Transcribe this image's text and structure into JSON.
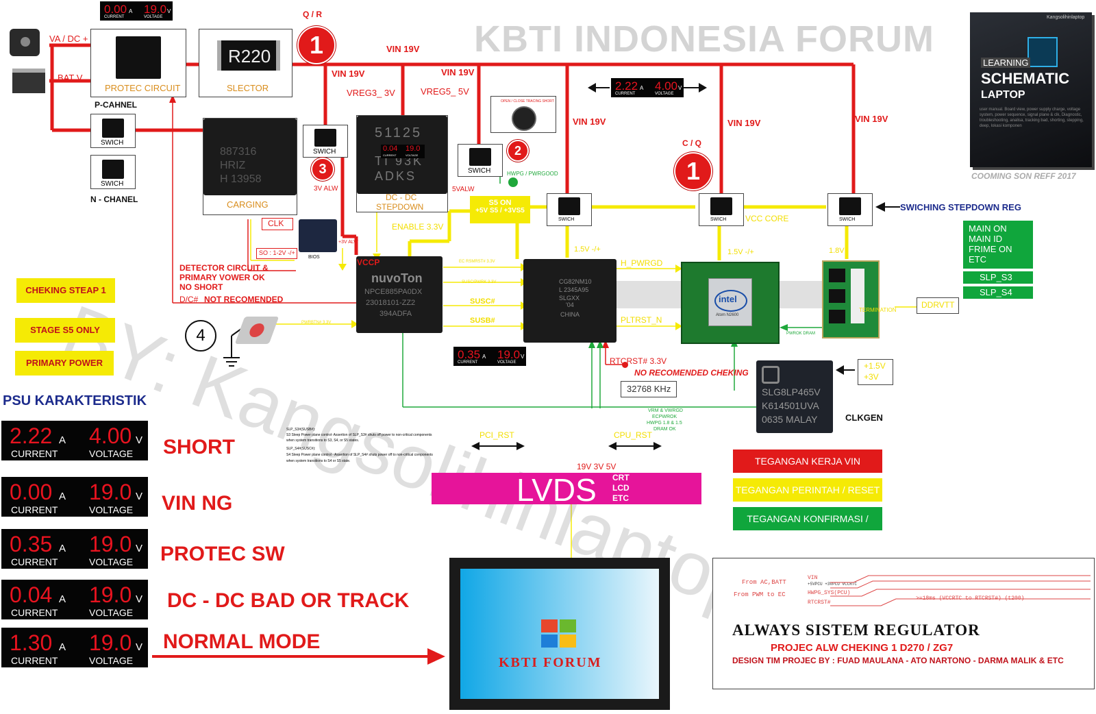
{
  "title": "KBTI INDONESIA FORUM",
  "watermark": "BY: Kangsolihinlaptop",
  "book": {
    "author": "Kangsolihinlaptop",
    "l1": "LEARNING",
    "l2": "SCHEMATIC",
    "l3": "LAPTOP",
    "desc": "user manual. Board view, power supply charge, voltage system, power sequence, signal plane & clk, Diagnostic, troubleshooting, analisa, tracking bad, shorting, stepping, deep, lokasi komponen",
    "caption": "COOMING SON REFF 2017"
  },
  "labels": {
    "qr": "Q / R",
    "cq": "C / Q",
    "va_dc": "VA / DC +",
    "bat_v": "BAT V",
    "protec_circuit": "PROTEC CIRCUIT",
    "selector": "SLECTOR",
    "r220": "R220",
    "p_cahnel": "P-CAHNEL",
    "n_chanel": "N - CHANEL",
    "swich": "SWICH",
    "carging": "CARGING",
    "vin19_a": "VIN 19V",
    "vin19_b": "VIN 19V",
    "vin19_c": "VIN 19V",
    "vin19_d": "VIN 19V",
    "vin19_e": "VIN 19V",
    "vin19_f": "VIN 19V",
    "vreg3": "VREG3_ 3V",
    "vreg5": "VREG5_ 5V",
    "dcdc": "DC - DC",
    "stepdown": "STEPDOWN",
    "valw3": "3V ALW",
    "valw5": "5VALW",
    "hwpg": "HWPG / PWRGOOD",
    "s5on1": "S5 ON",
    "s5on2": "+5V S5 / +3VS5",
    "enable": "ENABLE 3.3V",
    "clk": "CLK",
    "so": "SO : 1-2V -/+",
    "bios": "BIOS",
    "alw3": "+3V ALW",
    "vccp": "VCCP",
    "det1": "DETECTOR CIRCUIT &",
    "det2": "PRIMARY VOWER OK",
    "det3": "NO SHORT",
    "dc_pin": "D/C#",
    "notrec": "NOT RECOMENDED",
    "cheking": "CHEKING STEAP 1",
    "stage": "STAGE S5  ONLY",
    "primary": "PRIMARY POWER",
    "circle4": "4",
    "psu": "PSU KARAKTERISTIK",
    "ec_rsmrst": "EC RSMRST# 3.3V",
    "susc_pin": "SUSC#",
    "susb_pin": "SUSB#",
    "sus_small": "SUSC/PWRK 3.3V",
    "pwrbtn": "PWRBTN# 3.3V",
    "h_pwrgd": "H_PWRGD",
    "pltrst": "PLTRST_N",
    "v15a": "1.5V -/+",
    "v15b": "1.5V -/+",
    "v18": "1.8V",
    "vcc_core": "VCC CORE",
    "rtc": "RTCRST# 3.3V",
    "norec": "NO RECOMENDED CHEKING",
    "khz": "32768 KHz",
    "pci_rst": "PCI_RST",
    "cpu_rst": "CPU_RST",
    "pwrok_dram": "PWROK DRAM",
    "termination": "TERMINATION",
    "ddrvtt": "DDRVTT",
    "clkgen": "CLKGEN",
    "v15": "+1.5V",
    "v3": "+3V",
    "vrm1": "VRM & VWRGD",
    "vrm2": "ECPWROK",
    "vrm3": "HWPG 1.8 & 1.5",
    "vrm4": "DRAM OK",
    "swiching": "SWICHING STEPDOWN REG",
    "v19_3_5": "19V 3V  5V",
    "lvds": "LVDS",
    "crt": "CRT",
    "lcd": "LCD",
    "etc": "ETC",
    "open_close": "OPEN / CLOSE TRACING SHORT",
    "kbti_forum": "KBTI FORUM",
    "main_on": "MAIN ON",
    "main_id": "MAIN ID",
    "frime_on": "FRIME ON",
    "main_etc": "ETC",
    "slp_s3": "SLP_S3",
    "slp_s4": "SLP_S4",
    "nuvoton": "nuvoTon",
    "npce": "NPCE885PA0DX",
    "npce2": "23018101-ZZ2",
    "npce3": "394ADFA",
    "chip511": "51125",
    "chip511b": "TI  93K",
    "chip511c": "ADKS",
    "chg1": "887316",
    "chg2": "HRIZ",
    "chg3": "H 13958",
    "pch1": "CG82NM10",
    "pch2": "L 2345A95",
    "pch3": "SLGXX",
    "pch4": "'04",
    "pch5": "CHINA",
    "intel": "intel",
    "atom": "Atom N2600",
    "clk1": "SLG8LP465V",
    "clk2": "K614501UVA",
    "clk3": "0635 MALAY"
  },
  "circles": [
    "1",
    "2",
    "3",
    "1"
  ],
  "slp_text": {
    "a1": "SLP_S3#(SUSB#):",
    "a2": "S3 Sleep Power plane control- Assertion of SLP_S3# shuts off power to non-critical components",
    "a3": "when system transitions to S3, S4, or S5 states.",
    "b1": "SLP_S4#(SUSC#):",
    "b2": "S4 Sleep Power plane control - Assertion of SLP_S4# shuts power off to non-critical components",
    "b3": "when system transitions to S4 or S5 state."
  },
  "small_meters": [
    {
      "current": "0.00",
      "voltage": "19.0"
    },
    {
      "current": "0.04",
      "voltage": "19.0"
    },
    {
      "current": "2.22",
      "voltage": "4.00"
    },
    {
      "current": "0.35",
      "voltage": "19.0"
    }
  ],
  "meter_units": {
    "a": "A",
    "v": "V",
    "current": "CURRENT",
    "voltage": "VOLTAGE"
  },
  "psu_rows": [
    {
      "current": "2.22",
      "voltage": "4.00",
      "status": "SHORT"
    },
    {
      "current": "0.00",
      "voltage": "19.0",
      "status": "VIN NG"
    },
    {
      "current": "0.35",
      "voltage": "19.0",
      "status": "PROTEC SW"
    },
    {
      "current": "0.04",
      "voltage": "19.0",
      "status": "DC - DC BAD OR TRACK"
    },
    {
      "current": "1.30",
      "voltage": "19.0",
      "status": "NORMAL MODE"
    }
  ],
  "legend": [
    {
      "label": "TEGANGAN KERJA VIN",
      "color": "#e11a1a",
      "text": "#ffffff"
    },
    {
      "label": "TEGANGAN PERINTAH / RESET",
      "color": "#f5ea05",
      "text": "#ffffff"
    },
    {
      "label": "TEGANGAN KONFIRMASI / HWPG",
      "color": "#10a63c",
      "text": "#ffffff"
    }
  ],
  "timing": {
    "from_ac": "From AC,BATT",
    "from_pwm": "From PWM to EC",
    "vin": "VIN",
    "rails": "+5VPCU  +3VPCU  VCCRTC",
    "hwpg": "HWPG_SYS(PCU)",
    "rtcrst": "RTCRST#",
    "note": ">=18ms (VCCRTC to RTCRST#) (t200)",
    "title": "ALWAYS SISTEM REGULATOR",
    "sub": "PROJEC ALW CHEKING 1 D270 / ZG7",
    "design": "DESIGN TIM PROJEC BY : FUAD MAULANA   - ATO NARTONO - DARMA MALIK & ETC"
  },
  "colors": {
    "red": "#e11a1a",
    "yellow": "#f5ea05",
    "green": "#10a63c",
    "magenta": "#e6149a",
    "navy": "#1c2b8c"
  }
}
